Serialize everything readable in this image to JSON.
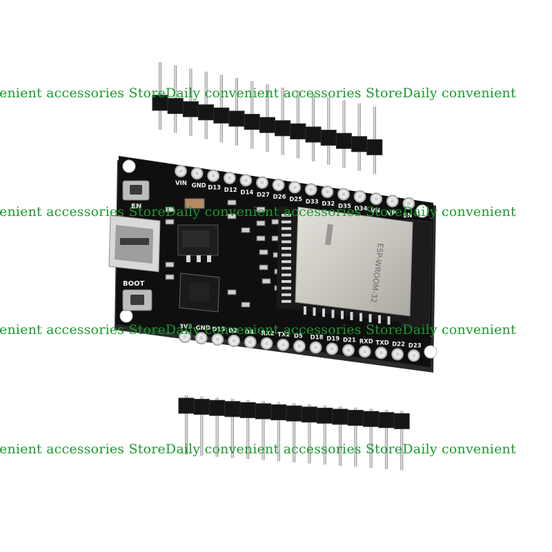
{
  "watermark": {
    "text": "enient accessories StoreDaily convenient accessories StoreDaily convenient",
    "color": "#1a9a2e"
  },
  "board": {
    "top_labels": [
      "VIN",
      "GND",
      "D13",
      "D12",
      "D14",
      "D27",
      "D26",
      "D25",
      "D33",
      "D32",
      "D35",
      "D34",
      "VN",
      "VP",
      "EN"
    ],
    "bottom_labels": [
      "3V3",
      "GND",
      "D15",
      "D2",
      "D4",
      "RX2",
      "TX2",
      "D5",
      "D18",
      "D19",
      "D21",
      "RXD",
      "TXD",
      "D22",
      "D23"
    ],
    "en_button_label": "EN",
    "boot_button_label": "BOOT",
    "module_label": "ESP-WROOM-32",
    "board_color": "#111111",
    "shield_color": "#c9c9c4"
  },
  "header_pins": {
    "count": 15
  }
}
